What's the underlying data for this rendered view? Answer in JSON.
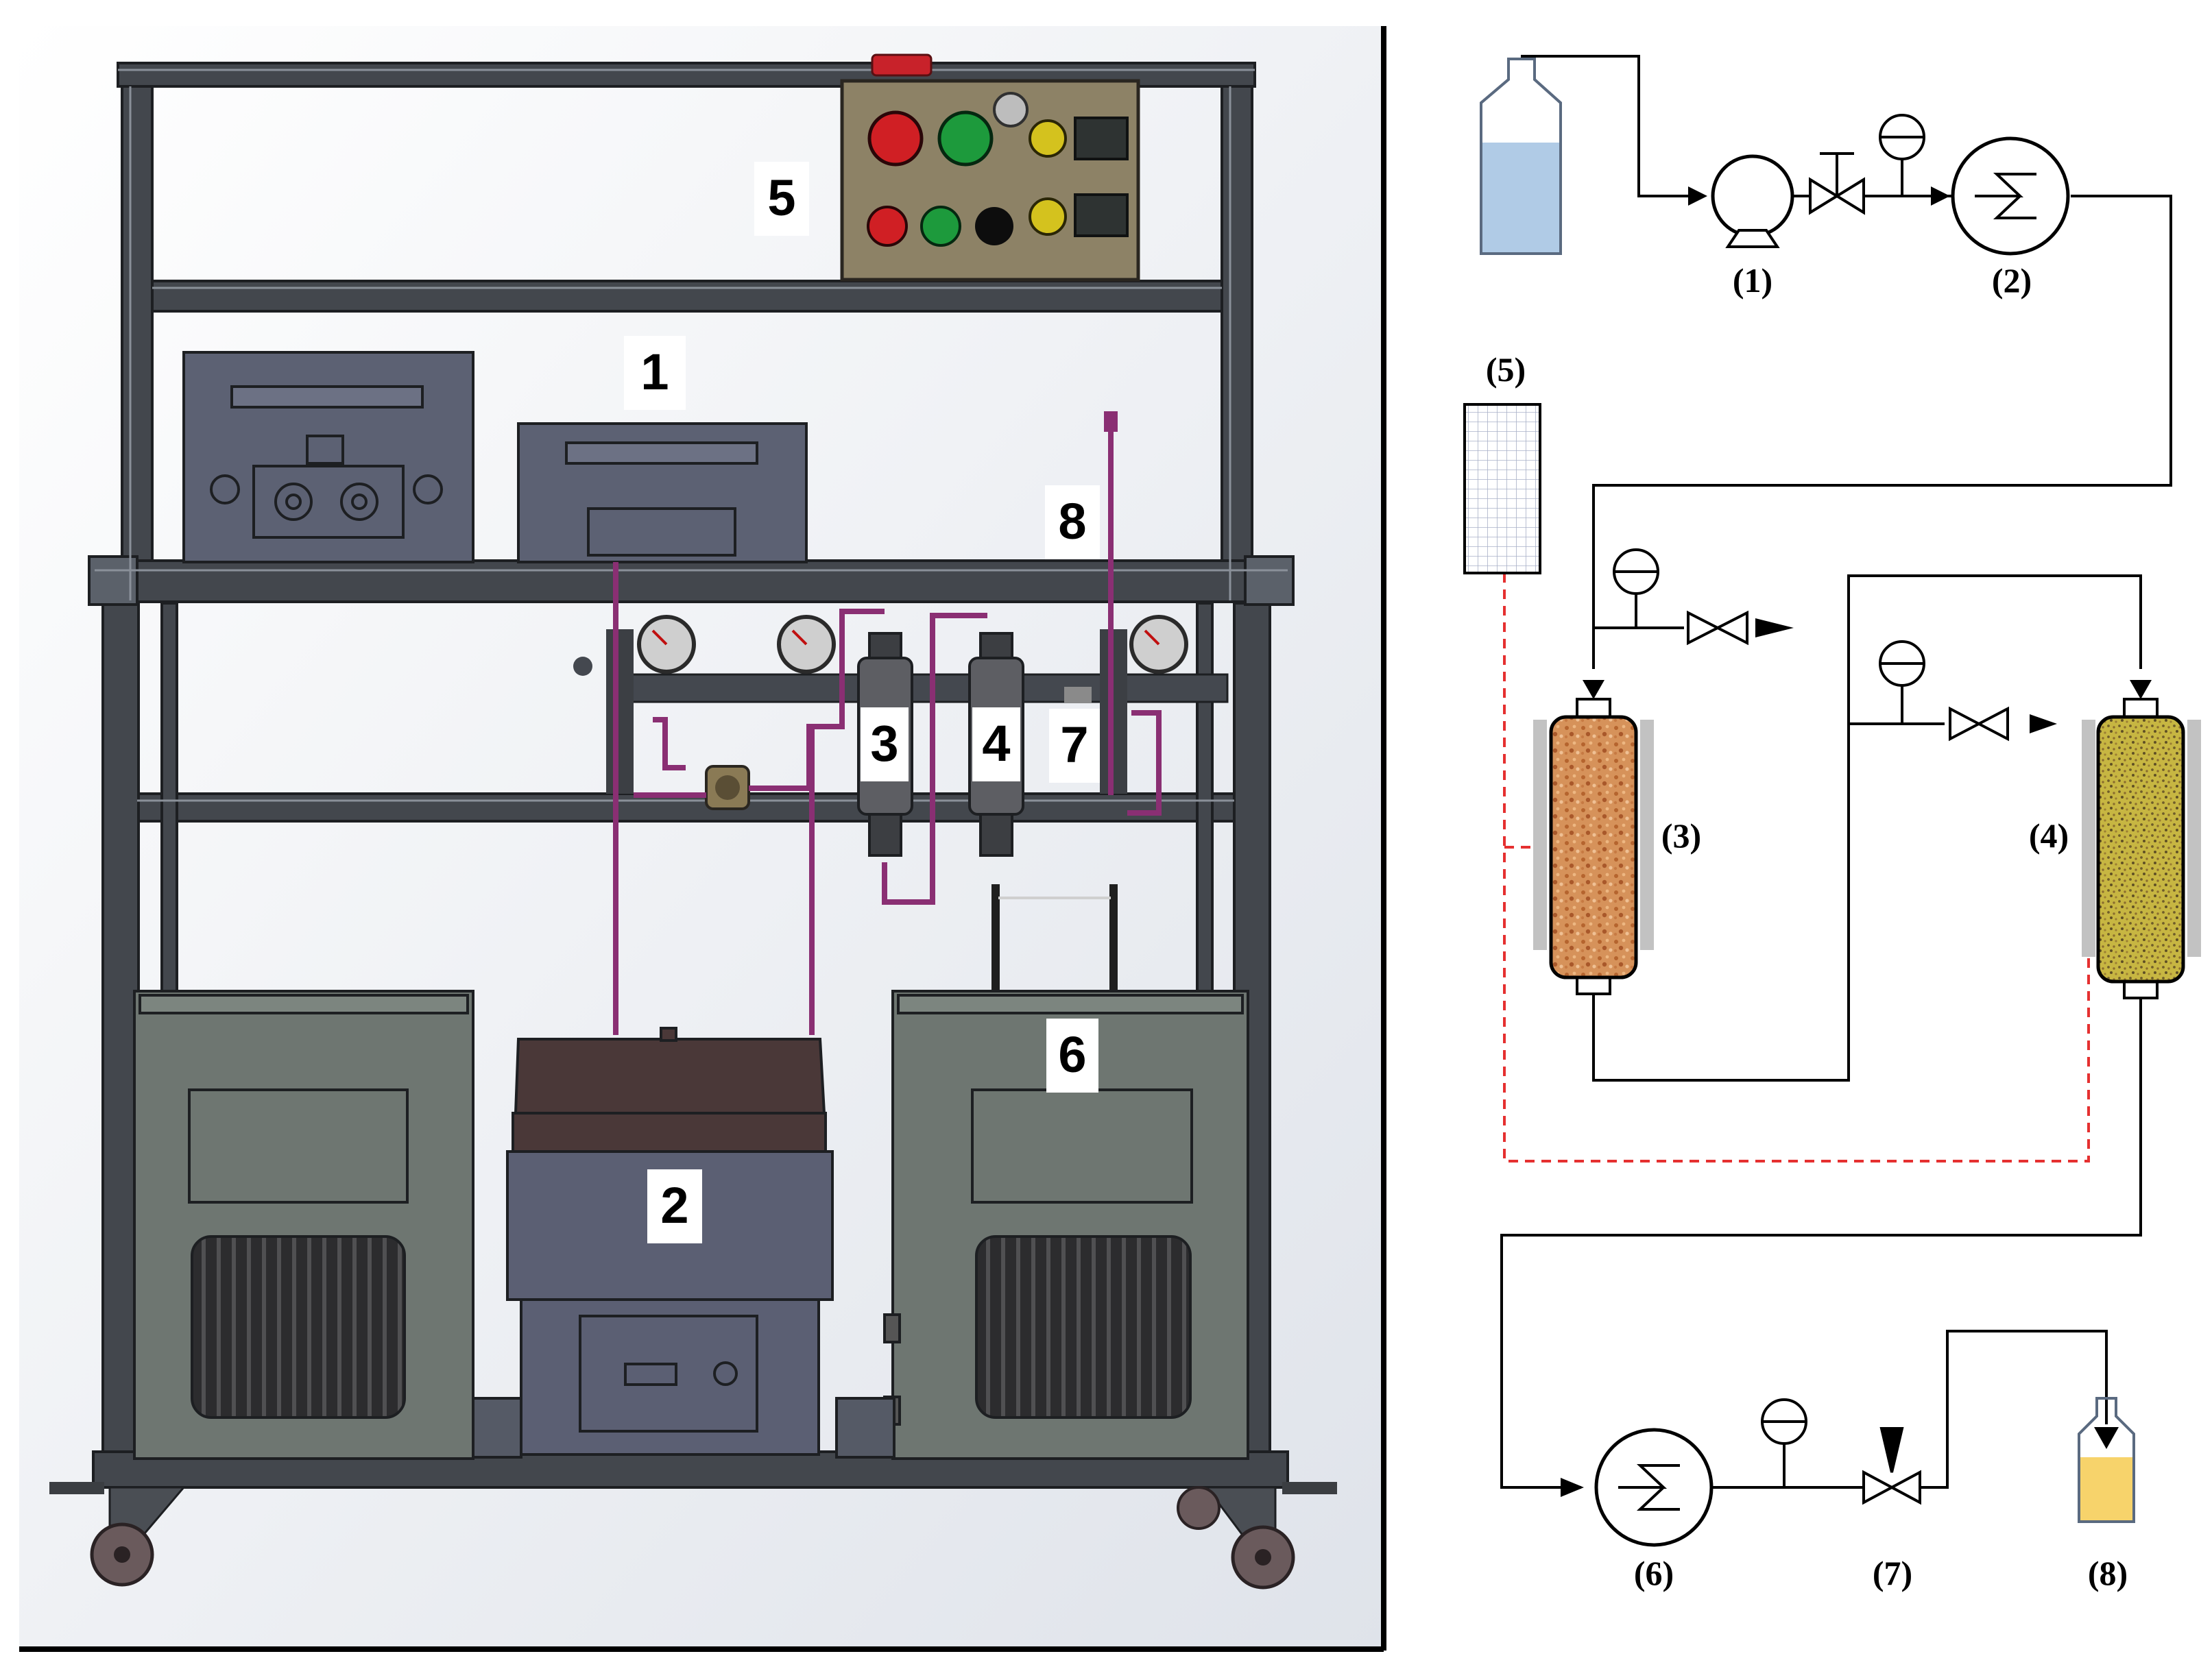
{
  "figure": {
    "left_panel": {
      "labels": {
        "n1": "1",
        "n2": "2",
        "n3": "3",
        "n4": "4",
        "n5": "5",
        "n6": "6",
        "n7": "7",
        "n8": "8"
      }
    },
    "right_panel": {
      "labels": {
        "p1": "(1)",
        "p2": "(2)",
        "p3": "(3)",
        "p4": "(4)",
        "p5": "(5)",
        "p6": "(6)",
        "p7": "(7)",
        "p8": "(8)"
      }
    },
    "colors": {
      "feed_liquid": "#b0cbe6",
      "product_liquid": "#f7d36b",
      "column3_packing": "#d08a52",
      "column4_packing": "#c4b63c",
      "control_dashed": "#e53030",
      "frame": "#3e4247",
      "chiller_body": "#6e7671",
      "panel_box": "#8d8266",
      "tubing": "#8a2f73"
    },
    "icons": [
      "feed-bottle-icon",
      "pump-icon",
      "needle-valve-icon",
      "pressure-gauge-icon",
      "heat-exchanger-icon",
      "controller-icon",
      "packed-column-icon",
      "back-pressure-valve-icon",
      "collection-bottle-icon",
      "flow-arrow-icon"
    ]
  }
}
